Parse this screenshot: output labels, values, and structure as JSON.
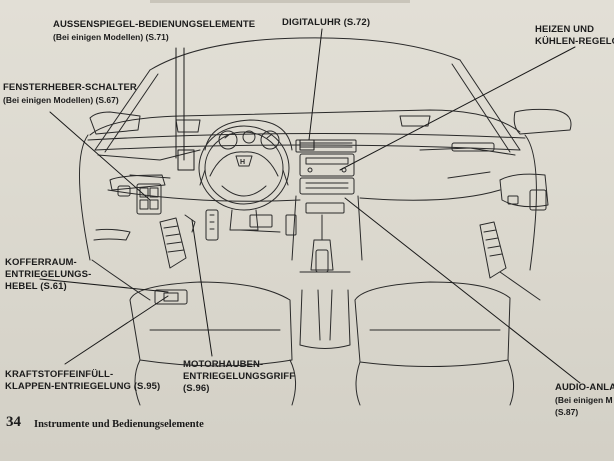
{
  "callouts": {
    "aussenspiegel": {
      "title": "AUSSENSPIEGEL-BEDIENUNGSELEMENTE",
      "sub": "(Bei einigen Modellen) (S.71)"
    },
    "digitaluhr": {
      "title": "DIGITALUHR (S.72)"
    },
    "heizen": {
      "line1": "HEIZEN UND",
      "line2": "KÜHLEN-REGELG"
    },
    "fensterheber": {
      "title": "FENSTERHEBER-SCHALTER",
      "sub": "(Bei einigen Modellen) (S.67)"
    },
    "kofferraum": {
      "line1": "KOFFERRAUM-",
      "line2": "ENTRIEGELUNGS-",
      "line3": "HEBEL (S.61)"
    },
    "kraftstoff": {
      "line1": "KRAFTSTOFFEINFÜLL-",
      "line2": "KLAPPEN-ENTRIEGELUNG (S.95)"
    },
    "motorhauben": {
      "line1": "MOTORHAUBEN-",
      "line2": "ENTRIEGELUNGSGRIFF",
      "line3": "(S.96)"
    },
    "audio": {
      "line1": "AUDIO-ANLA",
      "line2": "(Bei einigen M",
      "line3": "(S.87)"
    }
  },
  "footer": {
    "page_number": "34",
    "title": "Instrumente und Bedienungselemente"
  },
  "colors": {
    "paper": "#dcd9cf",
    "ink": "#1c1c1c"
  }
}
